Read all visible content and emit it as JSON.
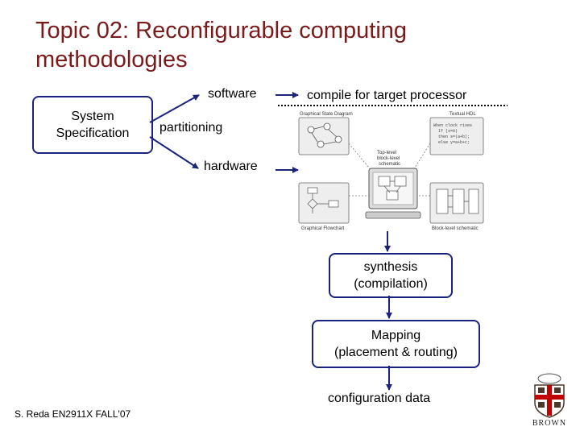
{
  "title": "Topic 02: Reconfigurable computing methodologies",
  "system_spec": "System\nSpecification",
  "labels": {
    "software": "software",
    "compile": "compile for target processor",
    "partitioning": "partitioning",
    "hardware": "hardware",
    "configuration": "configuration data"
  },
  "boxes": {
    "synthesis": "synthesis\n(compilation)",
    "mapping": "Mapping\n(placement & routing)"
  },
  "tool_image": {
    "state_diagram": "Graphical State Diagram",
    "textual_hdl": "Textual HDL",
    "hdl_lines": [
      "When clock rises",
      "If (s=0)",
      "then s=(a+b);",
      "else y=a+b+c;"
    ],
    "top_level": "Top-level",
    "block_level": "block-level",
    "schematic": "schematic",
    "flowchart": "Graphical Flowchart",
    "block_schematic": "Block-level schematic"
  },
  "footer": "S. Reda EN2911X FALL'07",
  "logo": {
    "text": "BROWN"
  },
  "colors": {
    "title": "#7a1b1b",
    "box_border": "#1a237e",
    "arrow": "#1a237e"
  }
}
